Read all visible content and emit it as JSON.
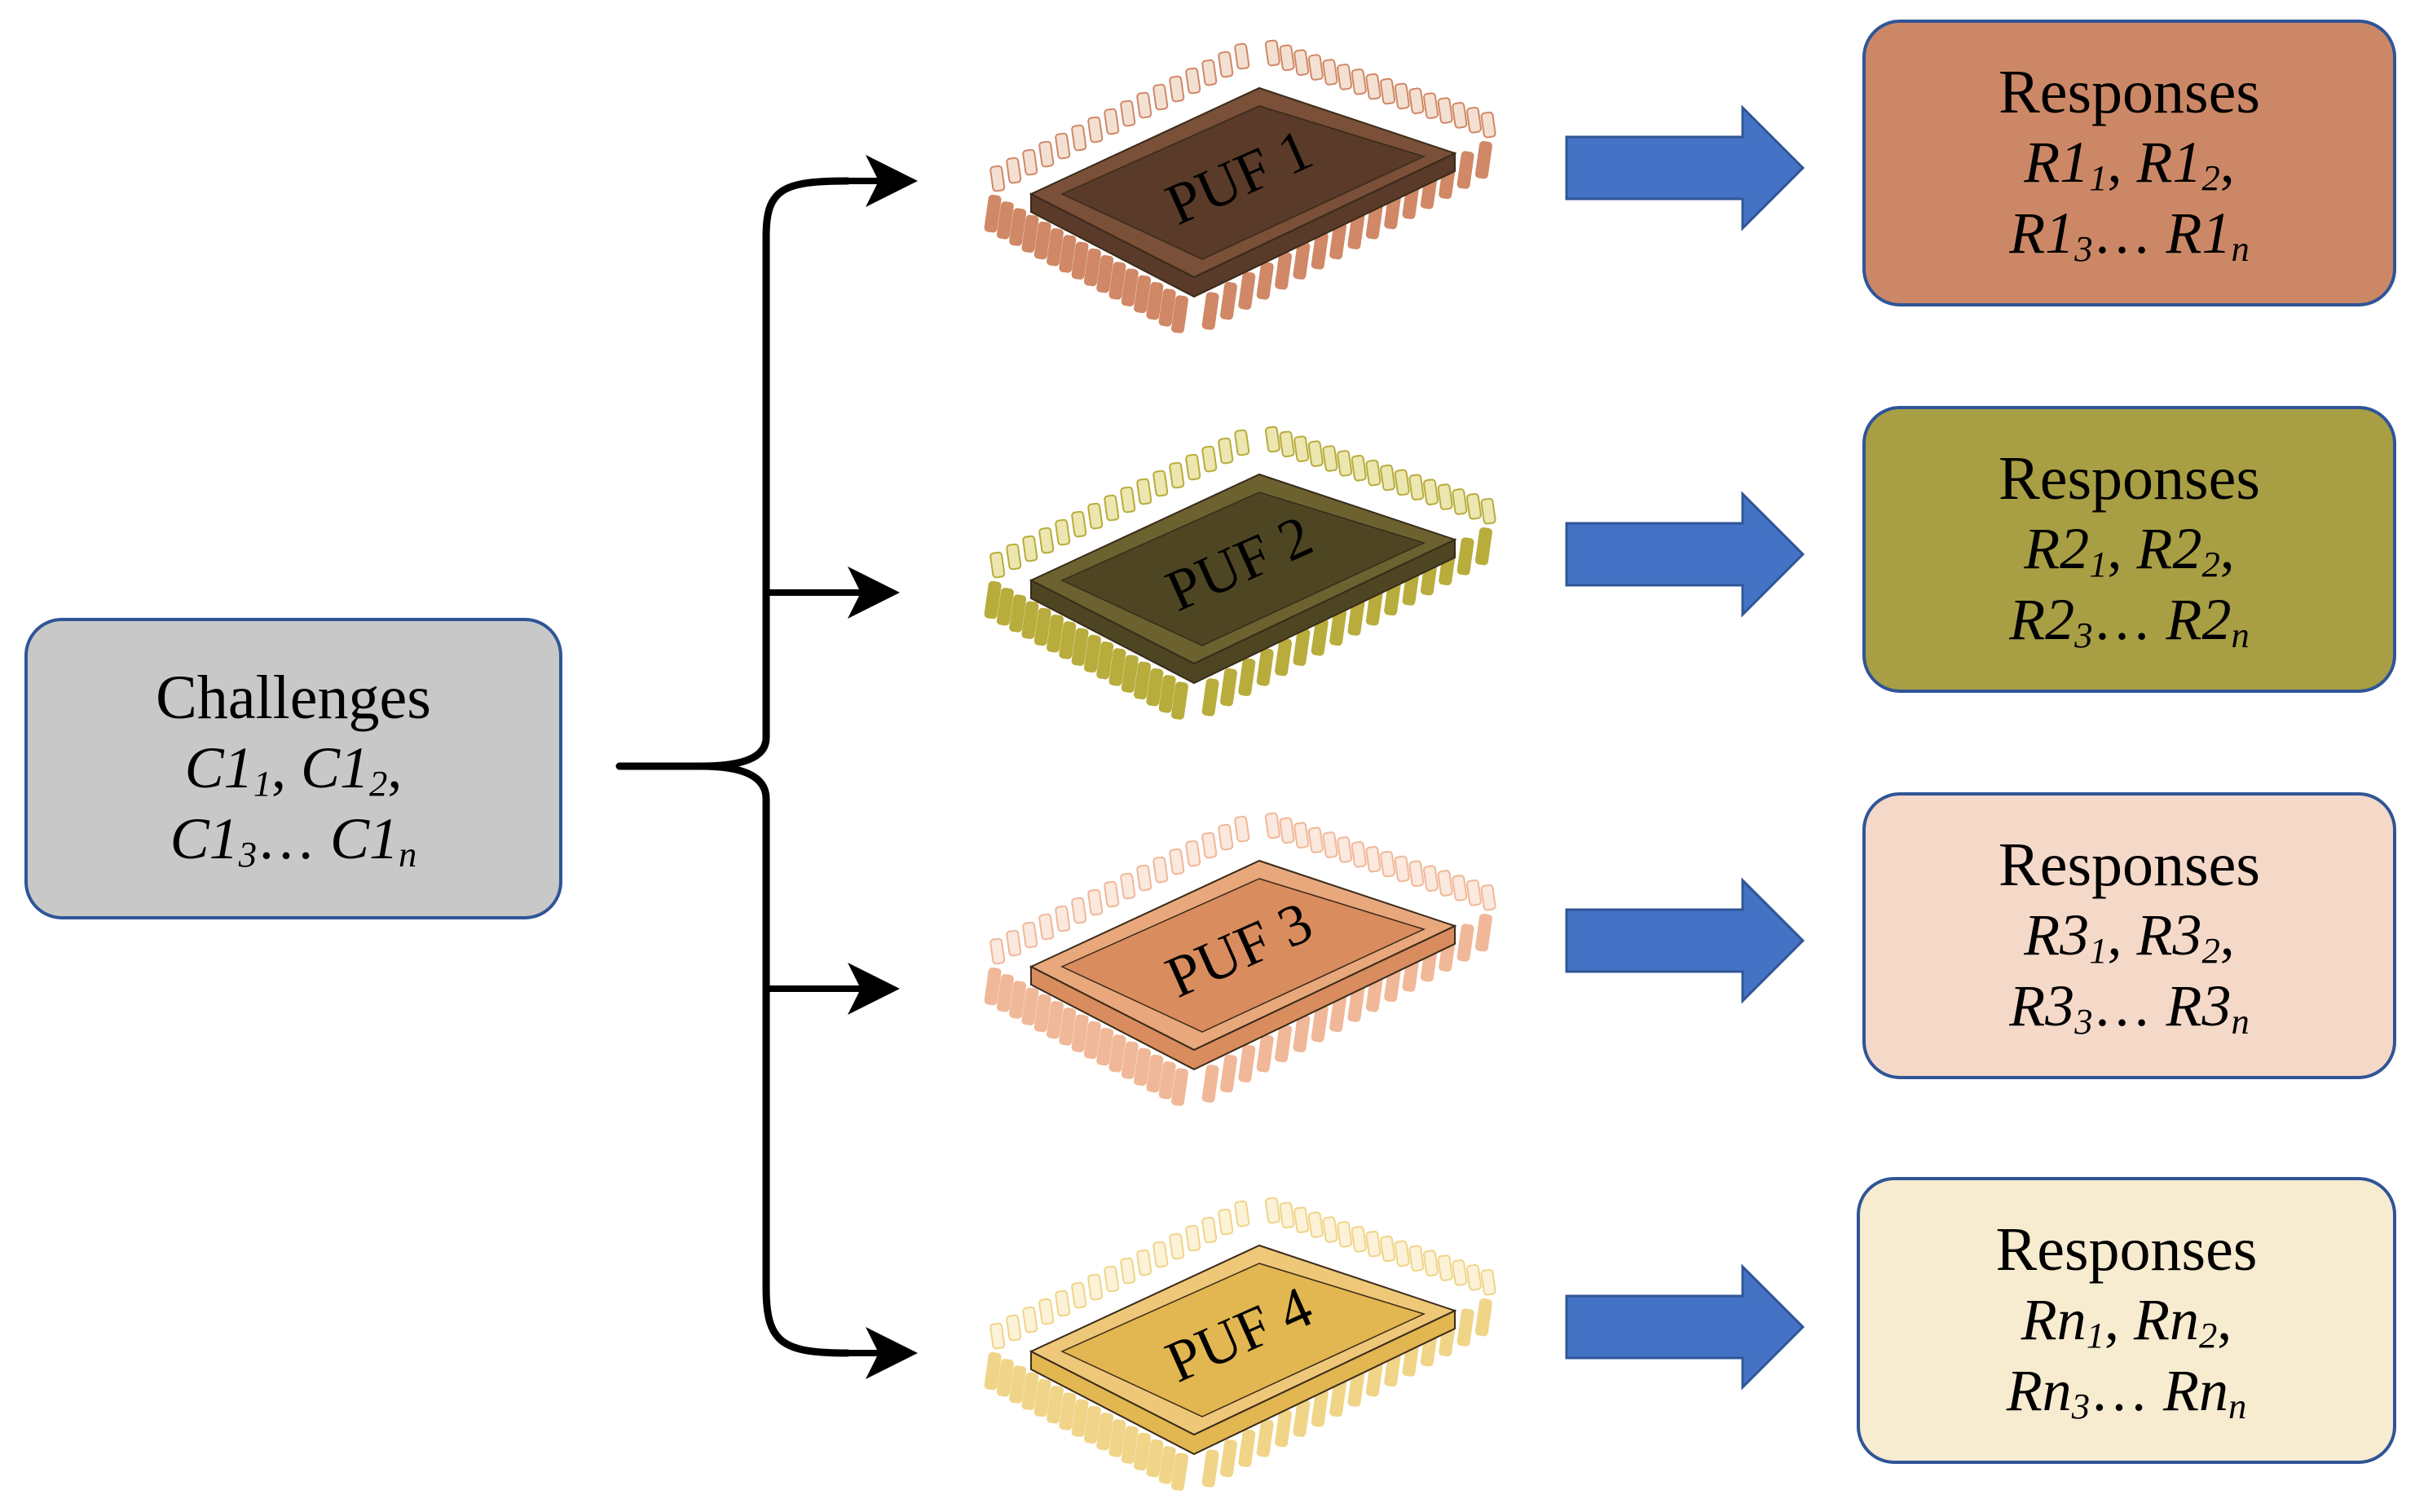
{
  "challenges": {
    "title": "Challenges",
    "base": "C1",
    "sub1": "1",
    "sub2": "2",
    "sub3": "3",
    "subn": "n",
    "ellipsis": "…"
  },
  "pufs": [
    {
      "label": "PUF 1",
      "pin_color": "#d08866",
      "pin_light": "#f4e0d2",
      "body_color": "#5a3a28",
      "body_light": "#7a5038"
    },
    {
      "label": "PUF 2",
      "pin_color": "#b8ac3c",
      "pin_light": "#ece6b0",
      "body_color": "#4e4622",
      "body_light": "#6c6230"
    },
    {
      "label": "PUF 3",
      "pin_color": "#f0b898",
      "pin_light": "#fbe8de",
      "body_color": "#d98c5e",
      "body_light": "#e8a87c"
    },
    {
      "label": "PUF 4",
      "pin_color": "#f0d488",
      "pin_light": "#fbf2d8",
      "body_color": "#e2b650",
      "body_light": "#eec878"
    }
  ],
  "responses": [
    {
      "title": "Responses",
      "base": "R1",
      "sub1": "1",
      "sub2": "2",
      "sub3": "3",
      "subn": "n",
      "ellipsis": "…"
    },
    {
      "title": "Responses",
      "base": "R2",
      "sub1": "1",
      "sub2": "2",
      "sub3": "3",
      "subn": "n",
      "ellipsis": "…"
    },
    {
      "title": "Responses",
      "base": "R3",
      "sub1": "1",
      "sub2": "2",
      "sub3": "3",
      "subn": "n",
      "ellipsis": "…"
    },
    {
      "title": "Responses",
      "base": "Rn",
      "sub1": "1",
      "sub2": "2",
      "sub3": "3",
      "subn": "n",
      "ellipsis": "…"
    }
  ],
  "colors": {
    "arrow_blue": "#4472c4",
    "box_border": "#2f5597",
    "challenge_fill": "#c8c8c8",
    "connector": "#000000"
  }
}
